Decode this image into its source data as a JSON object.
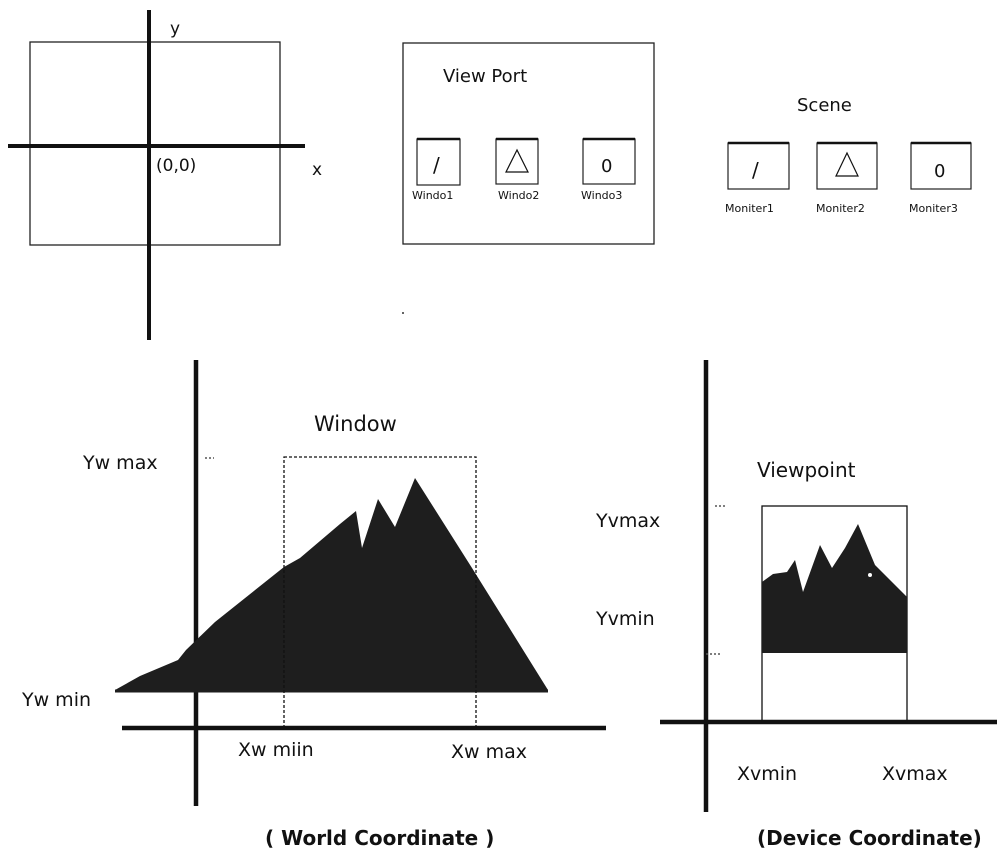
{
  "axes_panel": {
    "y_label": "y",
    "x_label": "x",
    "origin_label": "(0,0)"
  },
  "view_port": {
    "title": "View Port",
    "windows": [
      {
        "glyph": "/",
        "label": "Windo1"
      },
      {
        "glyph": "△",
        "label": "Windo2"
      },
      {
        "glyph": "0",
        "label": "Windo3"
      }
    ]
  },
  "scene": {
    "title": "Scene",
    "monitors": [
      {
        "glyph": "/",
        "label": "Moniter1"
      },
      {
        "glyph": "△",
        "label": "Moniter2"
      },
      {
        "glyph": "0",
        "label": "Moniter3"
      }
    ]
  },
  "world": {
    "window_label": "Window",
    "yw_max": "Yw max",
    "yw_min": "Yw min",
    "xw_min": "Xw miin",
    "xw_max": "Xw max",
    "caption": "( World Coordinate )"
  },
  "device": {
    "viewpoint_label": "Viewpoint",
    "yv_max": "Yvmax",
    "yv_min": "Yvmin",
    "xv_min": "Xvmin",
    "xv_max": "Xvmax",
    "caption": "(Device Coordinate)"
  },
  "colors": {
    "ink": "#111111",
    "fill": "#1e1e1e"
  }
}
